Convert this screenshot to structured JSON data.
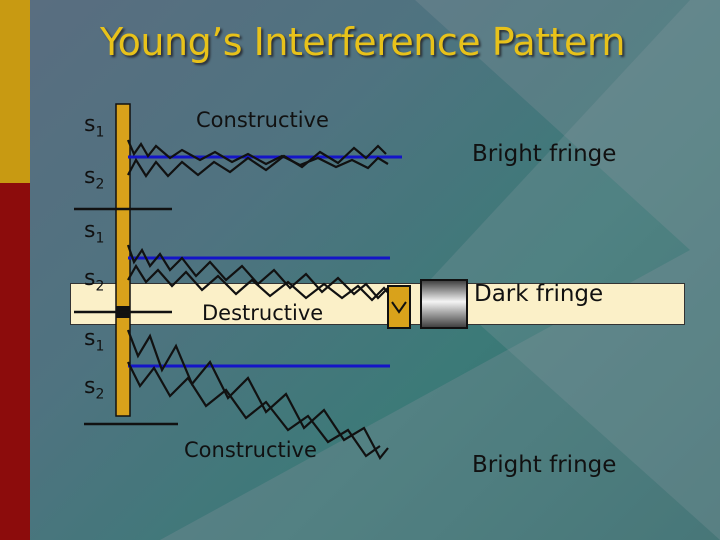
{
  "title": "Young’s Interference Pattern",
  "sources": {
    "s1_top": {
      "letter": "s",
      "sub": "1"
    },
    "s2_top": {
      "letter": "s",
      "sub": "2"
    },
    "s1_mid": {
      "letter": "s",
      "sub": "1"
    },
    "s2_mid": {
      "letter": "s",
      "sub": "2"
    },
    "s1_bot": {
      "letter": "s",
      "sub": "1"
    },
    "s2_bot": {
      "letter": "s",
      "sub": "2"
    }
  },
  "labels": {
    "constructive_top": "Constructive",
    "destructive": "Destructive",
    "constructive_bottom": "Constructive"
  },
  "fringes": {
    "top": "Bright fringe",
    "middle": "Dark fringe",
    "bottom": "Bright fringe"
  },
  "colors": {
    "title": "#e8c21a",
    "barrier": "#d9a21b",
    "reference_line": "#1414c8",
    "dark_band": "#fbf0c8",
    "stripe_top": "#c89a12",
    "stripe_bottom": "#8c0c0c"
  }
}
